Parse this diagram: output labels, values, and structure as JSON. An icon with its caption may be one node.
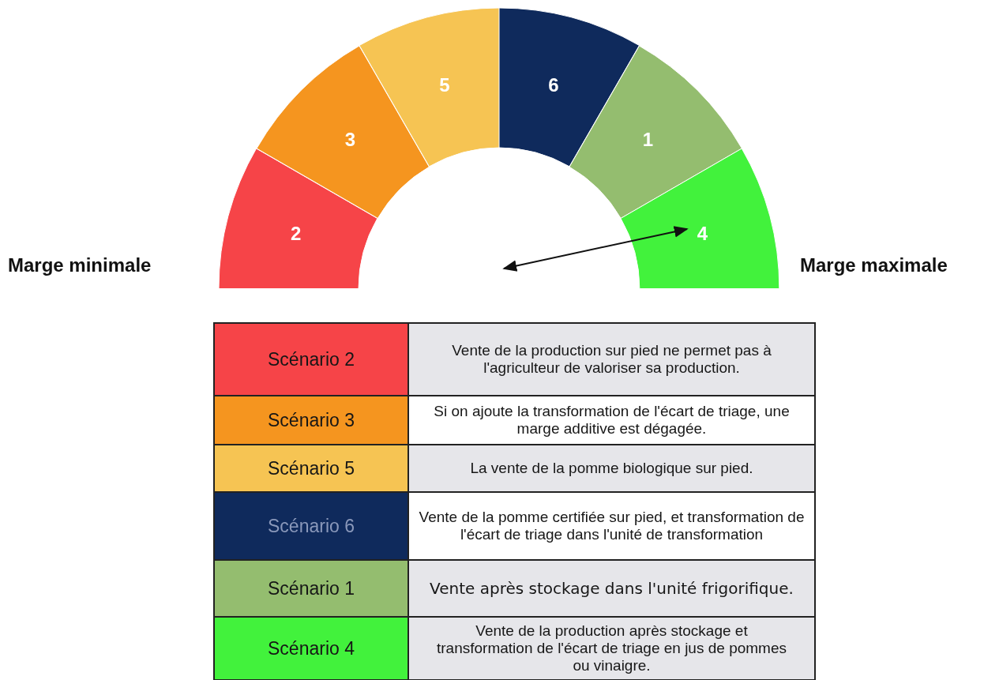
{
  "diagram": {
    "nodes": [
      {
        "text": [
          "2"
        ]
      },
      {
        "text": [
          "3"
        ]
      },
      {
        "text": [
          "5"
        ]
      },
      {
        "text": [
          "6"
        ]
      },
      {
        "text": [
          "1"
        ]
      },
      {
        "text": [
          "4"
        ]
      }
    ],
    "labels": [
      "Marge minimale",
      "Marge maximale",
      "Scénario 2",
      "Vente de la production sur pied ne permet pas à l'agriculteur de valoriser sa production.",
      "Scénario 3",
      "Si on ajoute la transformation de l'écart de triage, une marge additive est dégagée.",
      "Scénario 5",
      "La vente de la pomme biologique sur pied.",
      "Scénario 6",
      "Vente de la pomme certifiée sur pied, et transformation de l'écart de triage dans l'unité de transformation",
      "Scénario 1",
      "Vente après stockage dans l'unité frigorifique.",
      "Scénario 4",
      "Vente de la production après stockage et transformation de l'écart de triage en jus de pommes ou vinaigre."
    ]
  }
}
